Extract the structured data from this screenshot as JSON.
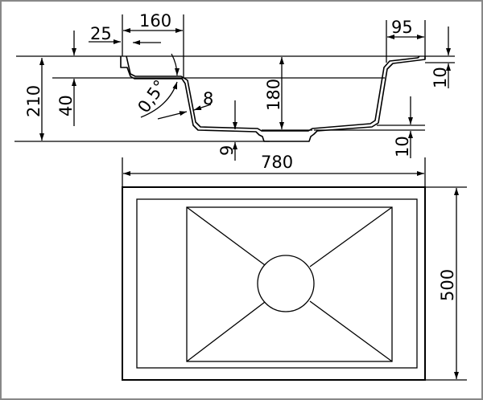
{
  "drawing": {
    "section_view": {
      "dim_overhang": "25",
      "dim_left_ledge": "160",
      "dim_right_rim": "95",
      "dim_total_height": "210",
      "dim_ledge_drop": "40",
      "dim_slope_angle": "0,5°",
      "dim_wall_thickness": "8",
      "dim_bowl_depth": "180",
      "dim_rim_thickness": "10",
      "dim_bottom_thickness": "10",
      "dim_drain_offset": "9"
    },
    "plan_view": {
      "dim_width": "780",
      "dim_depth": "500"
    }
  }
}
